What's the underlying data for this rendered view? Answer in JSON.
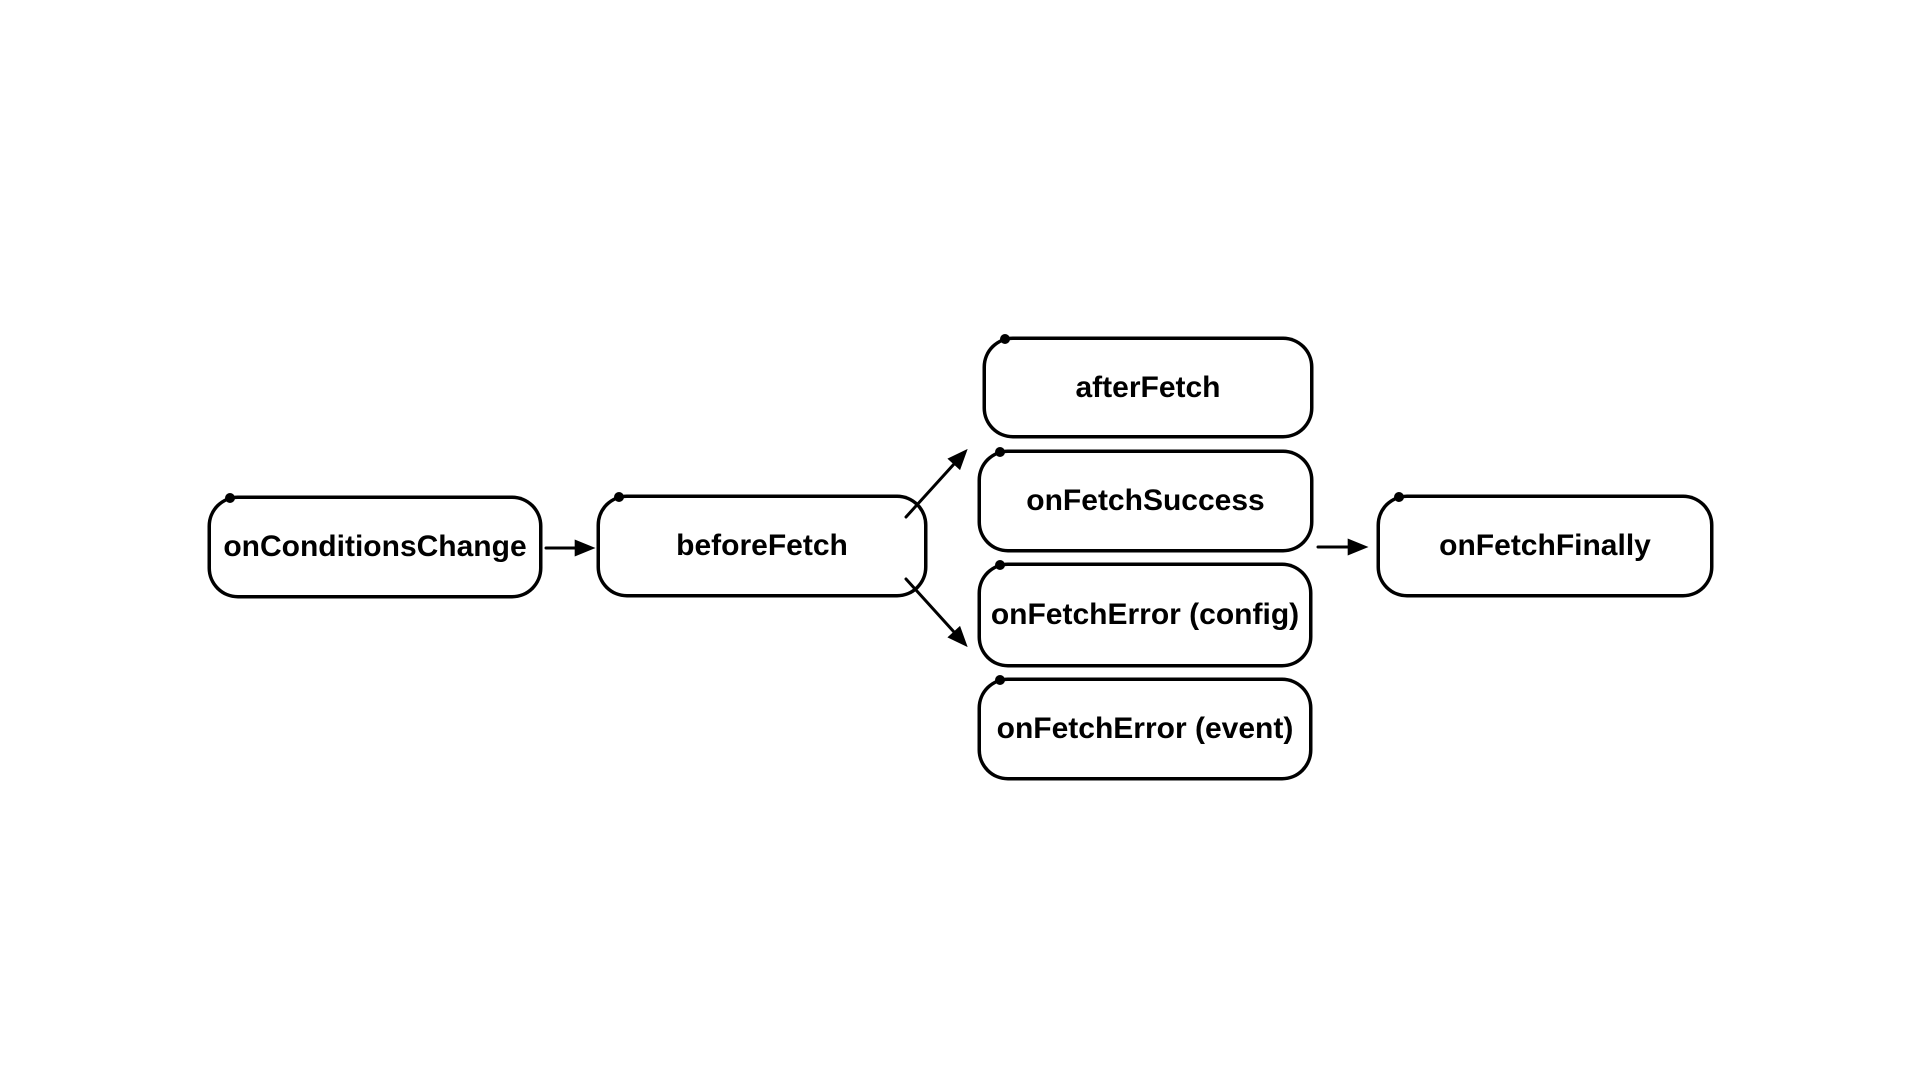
{
  "diagram": {
    "type": "flowchart",
    "background_color": "#ffffff",
    "node_fill_color": "#ffffff",
    "stroke_color": "#000000",
    "text_color": "#000000",
    "nodes": {
      "onConditionsChange": {
        "label": "onConditionsChange"
      },
      "beforeFetch": {
        "label": "beforeFetch"
      },
      "afterFetch": {
        "label": "afterFetch"
      },
      "onFetchSuccess": {
        "label": "onFetchSuccess"
      },
      "onFetchErrorConfig": {
        "label": "onFetchError (config)"
      },
      "onFetchErrorEvent": {
        "label": "onFetchError (event)"
      },
      "onFetchFinally": {
        "label": "onFetchFinally"
      }
    },
    "edges": [
      {
        "from": "onConditionsChange",
        "to": "beforeFetch"
      },
      {
        "from": "beforeFetch",
        "to": "afterFetch / onFetchSuccess"
      },
      {
        "from": "beforeFetch",
        "to": "onFetchError (config)"
      },
      {
        "from": "onFetchSuccess",
        "to": "onFetchFinally"
      }
    ]
  }
}
